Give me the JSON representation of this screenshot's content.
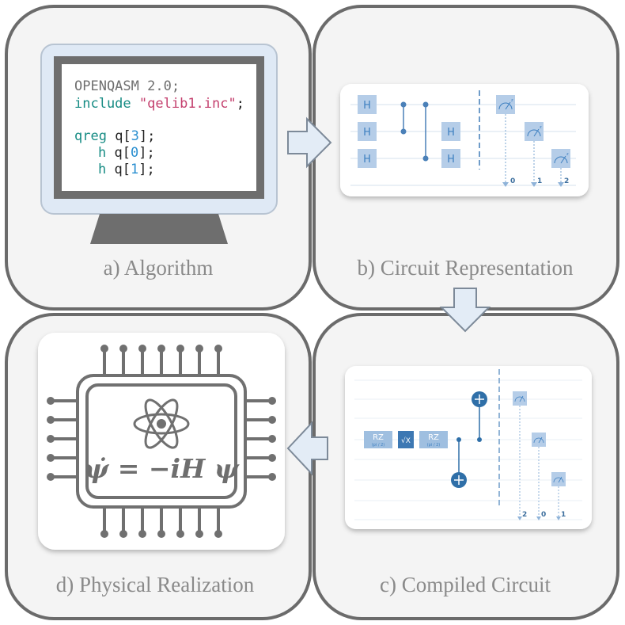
{
  "panels": {
    "a": {
      "caption": "a) Algorithm"
    },
    "b": {
      "caption": "b) Circuit Representation"
    },
    "c": {
      "caption": "c) Compiled Circuit"
    },
    "d": {
      "caption": "d) Physical Realization"
    }
  },
  "code": {
    "line1": "OPENQASM 2.0;",
    "line2_kw": "include",
    "line2_str": "\"qelib1.inc\"",
    "line2_end": ";",
    "line4_kw": "qreg",
    "line4_a": " q[",
    "line4_n": "3",
    "line4_b": "];",
    "line5_kw": "h",
    "line5_a": " q[",
    "line5_n": "0",
    "line5_b": "];",
    "line6_kw": "h",
    "line6_a": " q[",
    "line6_n": "1",
    "line6_b": "];"
  },
  "circuit_b": {
    "gate_label": "H",
    "measure_sup": "z",
    "outputs": [
      "0",
      "1",
      "2"
    ]
  },
  "circuit_c": {
    "rz_label": "RZ",
    "rz_param1": "(pi / 2)",
    "rz_param2": "(pi / 2)",
    "sx_label": "√X",
    "measure_sup": "z",
    "outputs": [
      "2",
      "0",
      "1"
    ]
  },
  "chip": {
    "equation": "ψ̇ = −iH ψ"
  },
  "colors": {
    "panel_border": "#6b6b6b",
    "monitor_screen": "#dfe9f5",
    "gate_fill": "#b5cde8",
    "gate_text": "#3d7fc0",
    "wire": "#8fb3d9",
    "control": "#4a80b8",
    "arrow_fill": "#e3ecf6"
  }
}
